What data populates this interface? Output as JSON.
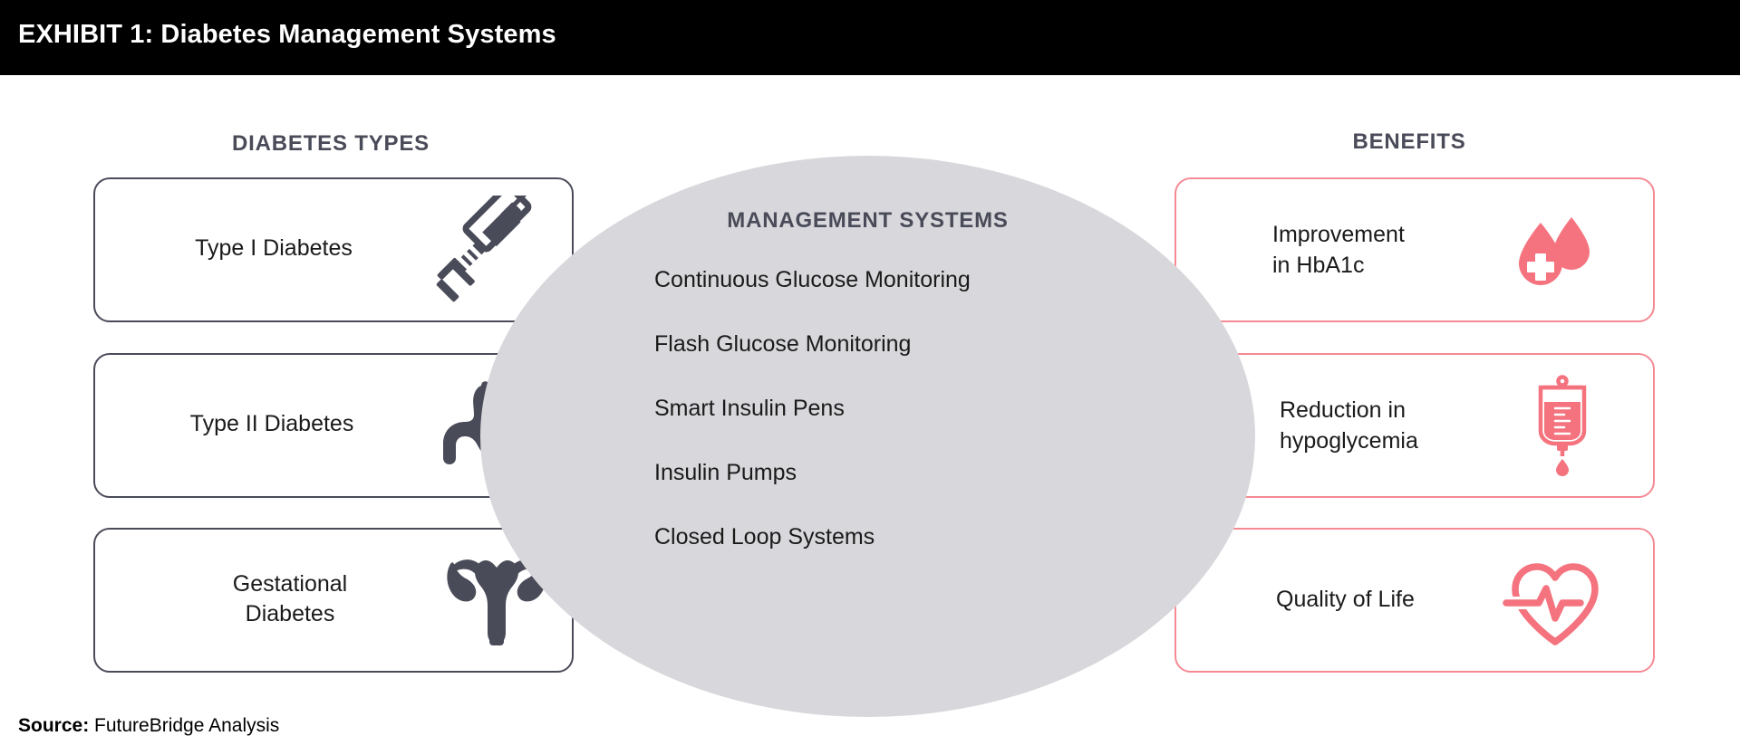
{
  "header": {
    "exhibit_label": "EXHIBIT 1:",
    "title": "Diabetes Management Systems",
    "background": "#000000",
    "text_color": "#FFFFFF"
  },
  "left_column": {
    "heading": "DIABETES TYPES",
    "accent": "#4A4B59",
    "cards": [
      {
        "label": "Type I Diabetes",
        "icon": "syringe-icon"
      },
      {
        "label": "Type II Diabetes",
        "icon": "stomach-icon"
      },
      {
        "label": "Gestational\nDiabetes",
        "line1": "Gestational",
        "line2": "Diabetes",
        "icon": "uterus-icon"
      }
    ]
  },
  "center": {
    "title": "MANAGEMENT SYSTEMS",
    "fill": "#D8D8DC",
    "title_color": "#4A4B59",
    "items": [
      "Continuous Glucose Monitoring",
      "Flash Glucose Monitoring",
      "Smart Insulin Pens",
      "Insulin Pumps",
      "Closed Loop Systems"
    ]
  },
  "right_column": {
    "heading": "BENEFITS",
    "accent": "#F58A94",
    "cards": [
      {
        "line1": "Improvement",
        "line2": "in HbA1c",
        "icon": "blood-drops-icon"
      },
      {
        "line1": "Reduction in",
        "line2": "hypoglycemia",
        "icon": "iv-bag-icon"
      },
      {
        "line1": "Quality of Life",
        "line2": "",
        "icon": "heart-pulse-icon"
      }
    ]
  },
  "footer": {
    "source_label": "Source:",
    "source_value": " FutureBridge Analysis"
  }
}
